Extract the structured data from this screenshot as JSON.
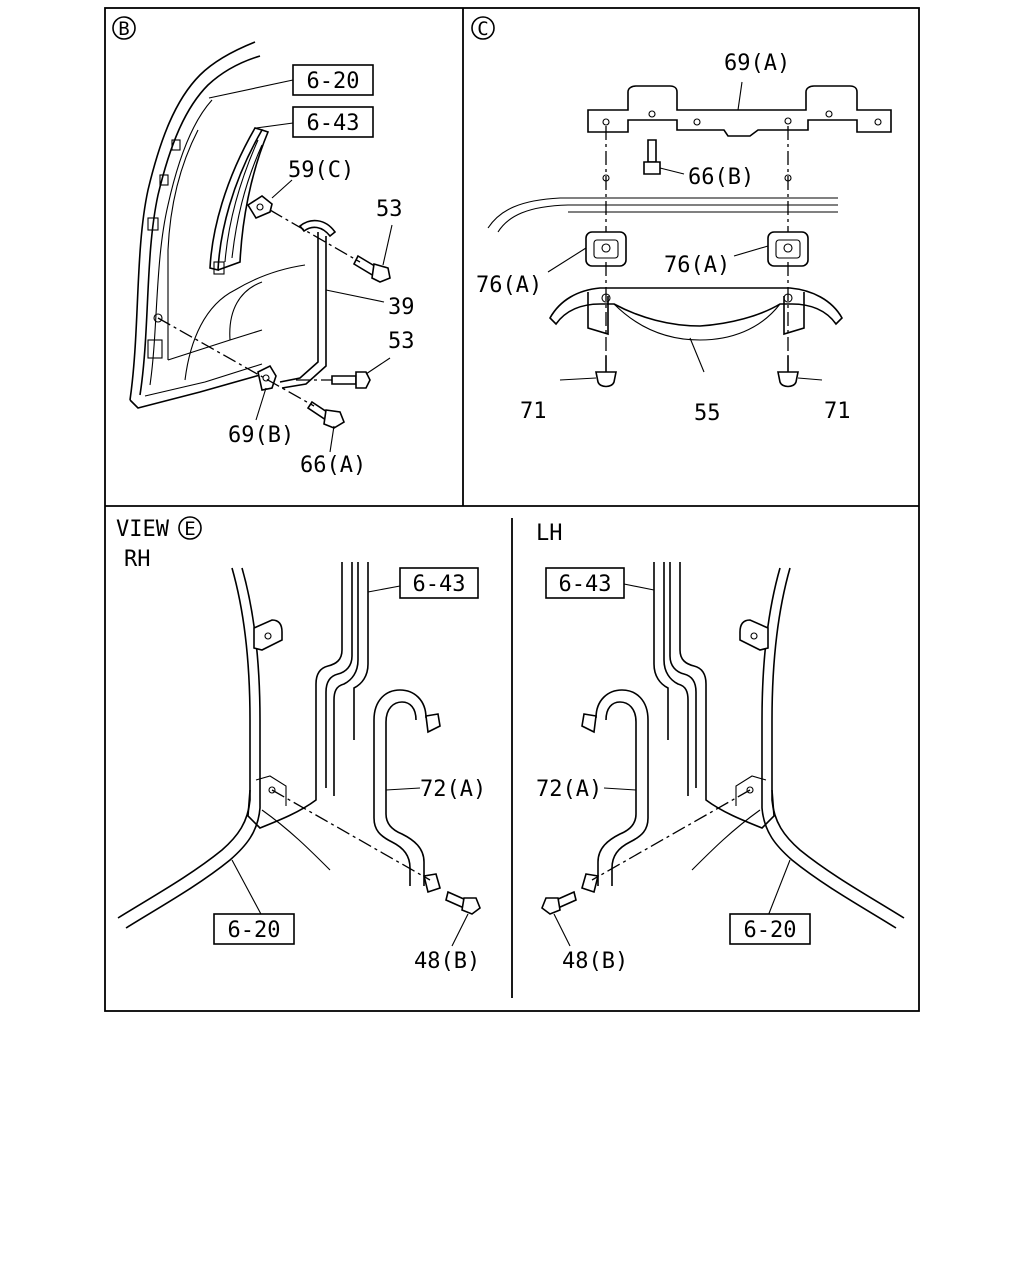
{
  "panels": {
    "b": {
      "marker": "B"
    },
    "c": {
      "marker": "C"
    },
    "e": {
      "view_label": "VIEW",
      "marker": "E",
      "rh_label": "RH",
      "lh_label": "LH"
    }
  },
  "labels": {
    "b_6_20": "6-20",
    "b_6_43": "6-43",
    "b_59c": "59(C)",
    "b_53_top": "53",
    "b_39": "39",
    "b_53_bottom": "53",
    "b_69b": "69(B)",
    "b_66a": "66(A)",
    "c_69a": "69(A)",
    "c_66b": "66(B)",
    "c_76a_left": "76(A)",
    "c_76a_right": "76(A)",
    "c_71_left": "71",
    "c_55": "55",
    "c_71_right": "71",
    "rh_6_43": "6-43",
    "rh_72a": "72(A)",
    "rh_6_20": "6-20",
    "rh_48b": "48(B)",
    "lh_6_43": "6-43",
    "lh_72a": "72(A)",
    "lh_6_20": "6-20",
    "lh_48b": "48(B)"
  }
}
